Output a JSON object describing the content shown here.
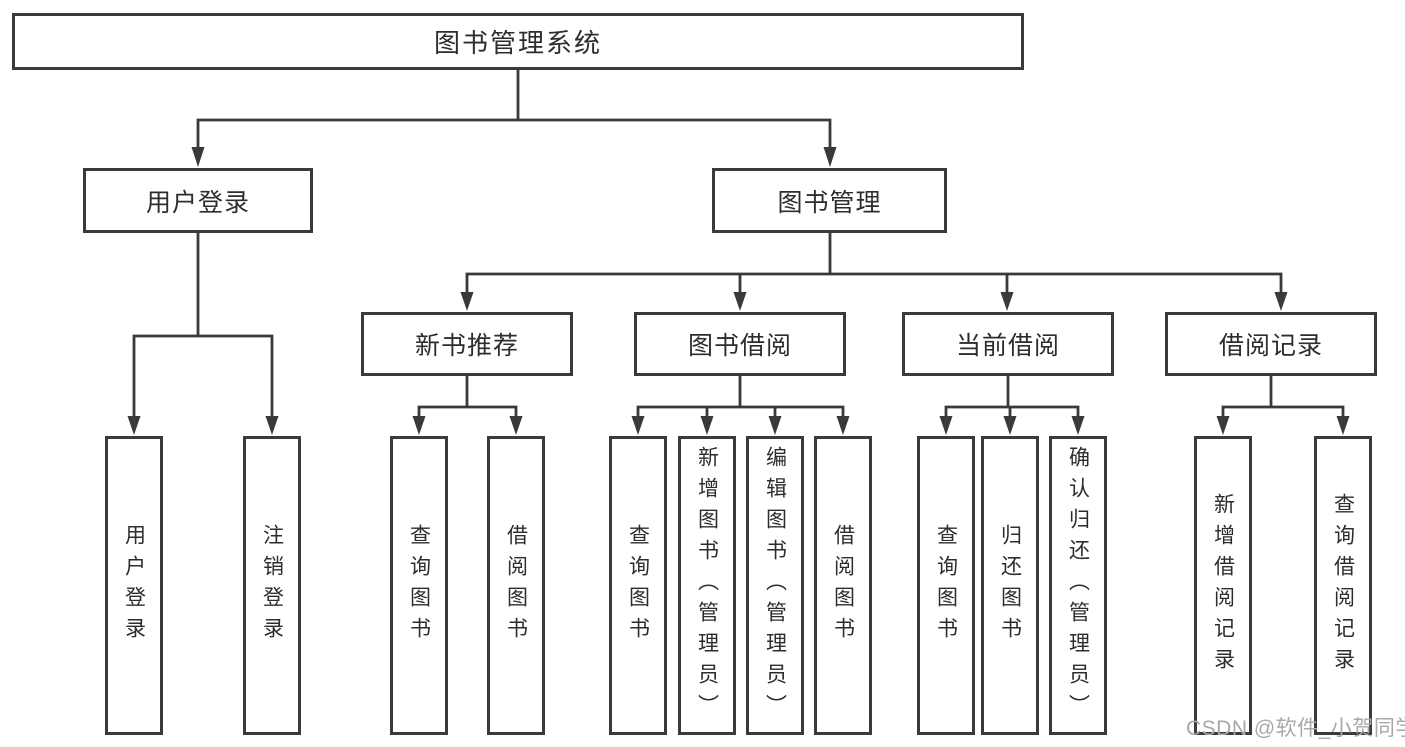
{
  "diagram": {
    "root": {
      "label": "图书管理系统"
    },
    "level2": [
      {
        "id": "user-login",
        "label": "用户登录"
      },
      {
        "id": "book-management",
        "label": "图书管理"
      }
    ],
    "level3": [
      {
        "id": "new-book-recommend",
        "label": "新书推荐",
        "parent": "图书管理"
      },
      {
        "id": "book-borrow",
        "label": "图书借阅",
        "parent": "图书管理"
      },
      {
        "id": "current-borrow",
        "label": "当前借阅",
        "parent": "图书管理"
      },
      {
        "id": "borrow-records",
        "label": "借阅记录",
        "parent": "图书管理"
      }
    ],
    "leaves": [
      {
        "id": "leaf-user-login",
        "label": "用户登录",
        "parent": "用户登录"
      },
      {
        "id": "leaf-logout",
        "label": "注销登录",
        "parent": "用户登录"
      },
      {
        "id": "leaf-query-books-1",
        "label": "查询图书",
        "parent": "新书推荐"
      },
      {
        "id": "leaf-borrow-books-1",
        "label": "借阅图书",
        "parent": "新书推荐"
      },
      {
        "id": "leaf-query-books-2",
        "label": "查询图书",
        "parent": "图书借阅"
      },
      {
        "id": "leaf-add-books",
        "label": "新增图书（管理员）",
        "parent": "图书借阅"
      },
      {
        "id": "leaf-edit-books",
        "label": "编辑图书（管理员）",
        "parent": "图书借阅"
      },
      {
        "id": "leaf-borrow-books-2",
        "label": "借阅图书",
        "parent": "图书借阅"
      },
      {
        "id": "leaf-query-books-3",
        "label": "查询图书",
        "parent": "当前借阅"
      },
      {
        "id": "leaf-return-books",
        "label": "归还图书",
        "parent": "当前借阅"
      },
      {
        "id": "leaf-confirm-return",
        "label": "确认归还（管理员）",
        "parent": "当前借阅"
      },
      {
        "id": "leaf-add-borrow-record",
        "label": "新增借阅记录",
        "parent": "借阅记录"
      },
      {
        "id": "leaf-query-borrow-record",
        "label": "查询借阅记录",
        "parent": "借阅记录"
      }
    ]
  },
  "watermark": {
    "text": "CSDN @软件_小贺同学"
  },
  "colors": {
    "line": "#3a3a3a",
    "text": "#2d2d2d",
    "background": "#ffffff",
    "watermark": "#a8a8a8"
  }
}
